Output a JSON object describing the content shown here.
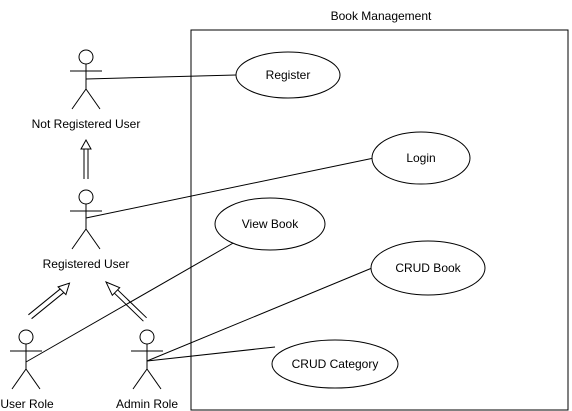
{
  "system": {
    "title": "Book Management"
  },
  "actors": {
    "not_registered": "Not Registered User",
    "registered": "Registered User",
    "user_role": "User Role",
    "admin_role": "Admin Role"
  },
  "use_cases": {
    "register": "Register",
    "login": "Login",
    "view_book": "View Book",
    "crud_book": "CRUD Book",
    "crud_category": "CRUD Category"
  },
  "colors": {
    "stroke": "#000000",
    "fill": "#ffffff"
  }
}
